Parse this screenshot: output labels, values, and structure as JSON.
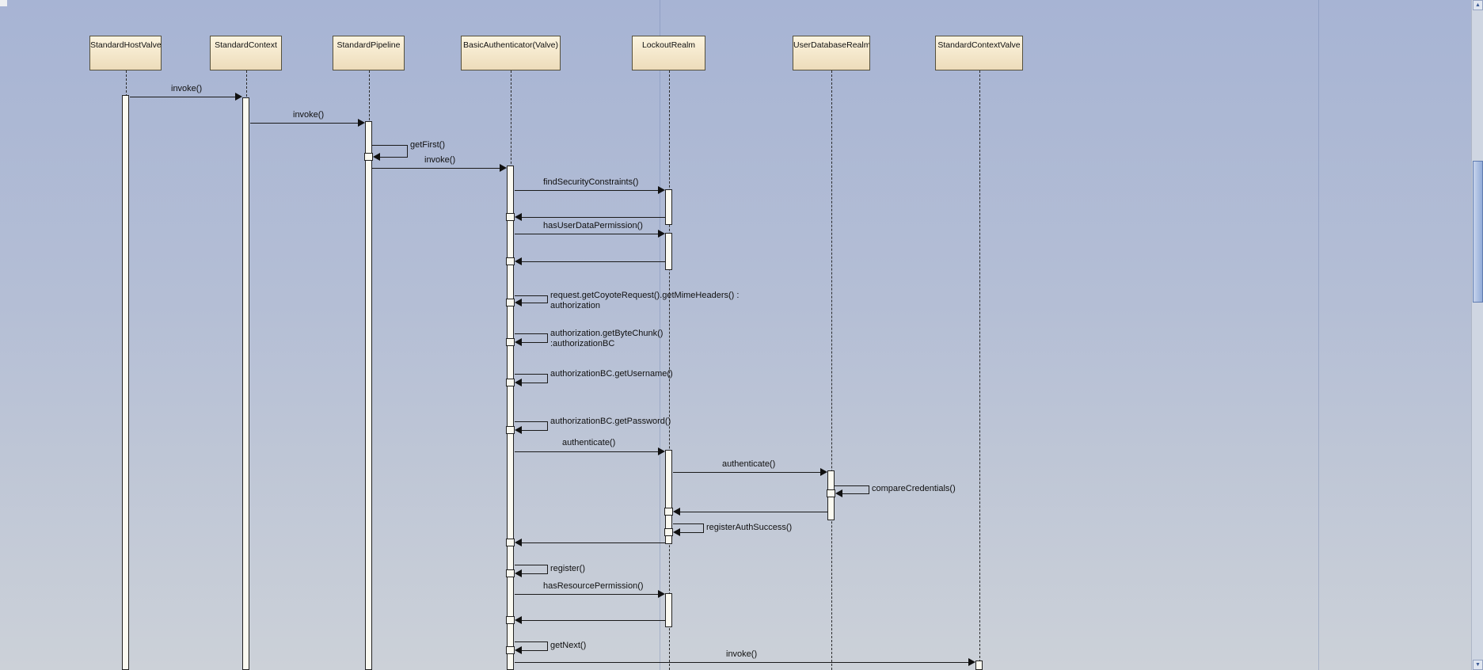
{
  "window": {
    "background_top": "#a7b4d4",
    "background_bottom": "#ccd1d8"
  },
  "diagram": {
    "lifelines": [
      {
        "label": "StandardHostValve"
      },
      {
        "label": "StandardContext"
      },
      {
        "label": "StandardPipeline"
      },
      {
        "label": "BasicAuthenticator(Valve)"
      },
      {
        "label": "LockoutRealm"
      },
      {
        "label": "UserDatabaseRealm"
      },
      {
        "label": "StandardContextValve"
      }
    ],
    "messages": [
      {
        "label": "invoke()"
      },
      {
        "label": "invoke()"
      },
      {
        "label": "getFirst()"
      },
      {
        "label": "invoke()"
      },
      {
        "label": "findSecurityConstraints()"
      },
      {
        "label": "hasUserDataPermission()"
      },
      {
        "line1": "request.getCoyoteRequest().getMimeHeaders() :",
        "line2": "authorization"
      },
      {
        "line1": "authorization.getByteChunk()",
        "line2": ":authorizationBC"
      },
      {
        "label": "authorizationBC.getUsername()"
      },
      {
        "label": "authorizationBC.getPassword()"
      },
      {
        "label": "authenticate()"
      },
      {
        "label": "authenticate()"
      },
      {
        "label": "compareCredentials()"
      },
      {
        "label": "registerAuthSuccess()"
      },
      {
        "label": "register()"
      },
      {
        "label": "hasResourcePermission()"
      },
      {
        "label": "getNext()"
      },
      {
        "label": "invoke()"
      }
    ],
    "colors": {
      "head_fill_top": "#fcf4df",
      "head_fill_bottom": "#eddcba",
      "head_border": "#55503c",
      "message_line": "#1a1a1a",
      "activation_fill": "#fbfaf1"
    }
  },
  "scrollbar": {
    "up_icon": "▲",
    "down_icon": "▼"
  }
}
